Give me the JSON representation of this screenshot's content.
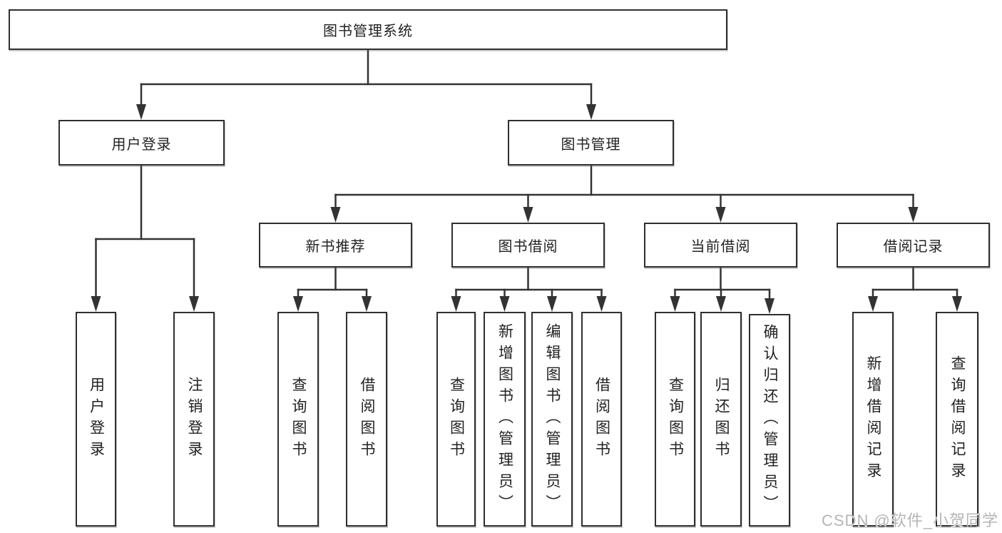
{
  "tree": {
    "root": {
      "label": "图书管理系统"
    },
    "user_login": {
      "label": "用户登录",
      "children": [
        {
          "label": "用户登录"
        },
        {
          "label": "注销登录"
        }
      ]
    },
    "book_mgmt": {
      "label": "图书管理",
      "groups": [
        {
          "label": "新书推荐",
          "children": [
            {
              "label": "查询图书"
            },
            {
              "label": "借阅图书"
            }
          ]
        },
        {
          "label": "图书借阅",
          "children": [
            {
              "label": "查询图书"
            },
            {
              "label": "新增图书（管理员）"
            },
            {
              "label": "编辑图书（管理员）"
            },
            {
              "label": "借阅图书"
            }
          ]
        },
        {
          "label": "当前借阅",
          "children": [
            {
              "label": "查询图书"
            },
            {
              "label": "归还图书"
            },
            {
              "label": "确认归还（管理员）"
            }
          ]
        },
        {
          "label": "借阅记录",
          "children": [
            {
              "label": "新增借阅记录"
            },
            {
              "label": "查询借阅记录"
            }
          ]
        }
      ]
    }
  },
  "watermark": {
    "text": "CSDN @软件_小贺同学"
  },
  "colors": {
    "line": "#333333",
    "box_border": "#2f2f2f",
    "text": "#222222",
    "watermark": "#b5b5b5",
    "background": "#ffffff"
  }
}
